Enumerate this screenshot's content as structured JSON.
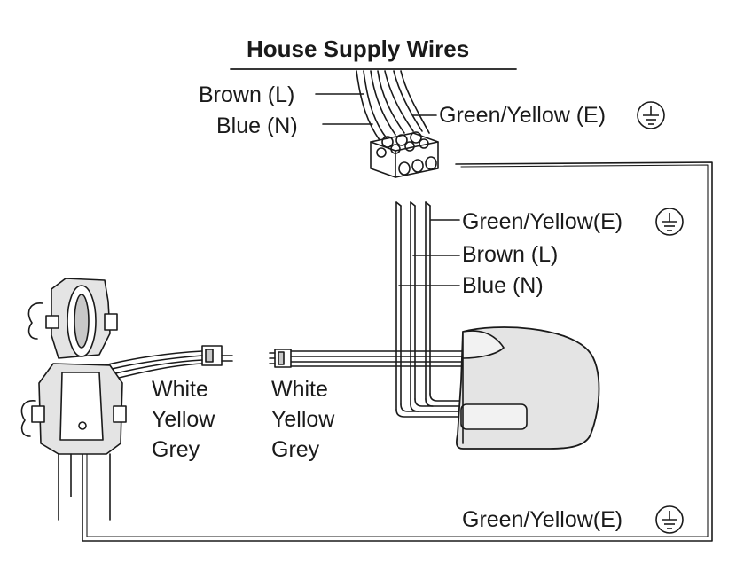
{
  "title": "House Supply Wires",
  "supply_labels": {
    "brown": "Brown (L)",
    "blue": "Blue (N)",
    "earth": "Green/Yellow (E)"
  },
  "motor_labels": {
    "earth": "Green/Yellow(E)",
    "brown": "Brown (L)",
    "blue": "Blue (N)"
  },
  "connector_labels": {
    "left": [
      "White",
      "Yellow",
      "Grey"
    ],
    "right": [
      "White",
      "Yellow",
      "Grey"
    ]
  },
  "bottom_earth_label": "Green/Yellow(E)",
  "icons": [
    "earth-ground-icon"
  ],
  "colors": {
    "line": "#1a1a1a",
    "fill_light": "#e4e4e4",
    "fill_mid": "#c8c8c8"
  }
}
